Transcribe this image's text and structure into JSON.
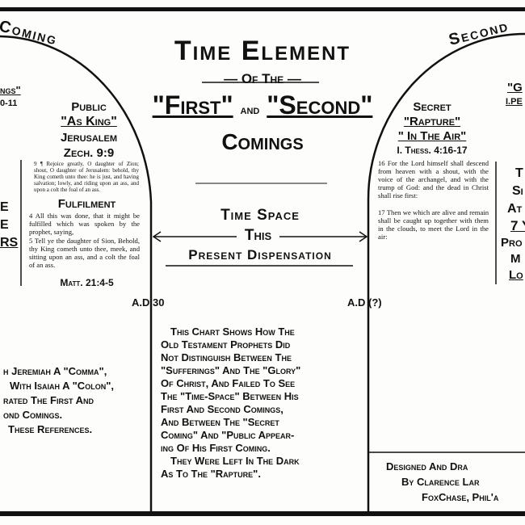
{
  "title": {
    "line1": "Time Element",
    "line2": "— Of The —",
    "first": "\"First\"",
    "and": "and",
    "second": "\"Second\"",
    "line4": "Comings"
  },
  "left_arch": {
    "heading": "Coming",
    "edge_lines": [
      "ngs\"",
      "0-11"
    ],
    "edge_mid": [
      "E",
      "E",
      "RS"
    ],
    "public": "Public",
    "as_king": "\"As King\"",
    "place": "Jerusalem",
    "ref": "Zech. 9:9",
    "verse": "9 ¶ Rejoice greatly, O daughter of Zion; shout, O daughter of Jerusalem: behold, thy King cometh unto thee: he is just, and having salvation; lowly, and riding upon an ass, and upon a colt the foal of an ass.",
    "fulfilment_heading": "Fulfilment",
    "fulfilment_v4": "4 All this was done, that it might be fulfilled which was spoken by the prophet, saying,",
    "fulfilment_v5": "5 Tell ye the daughter of Sion, Behold, thy King cometh unto thee, meek, and sitting upon an ass, and a colt the foal of an ass.",
    "fulfilment_ref": "Matt. 21:4-5",
    "date": "A.D 30"
  },
  "right_arch": {
    "heading": "Second",
    "secret": "Secret",
    "rapture": "\"Rapture\"",
    "in_air": "\" In The Air\"",
    "ref": "I. Thess. 4:16-17",
    "verse16": "16 For the Lord himself shall descend from heaven with a shout, with the voice of the archangel, and with the trump of God: and the dead in Christ shall rise first:",
    "verse17": "17 Then we which are alive and remain shall be caught up together with them in the clouds, to meet the Lord in the air:",
    "date": "A.D (?)",
    "edge_lines": [
      "\"G",
      "I.PE"
    ],
    "edge_mid": [
      "T",
      "Si",
      "At",
      "7 Y",
      "Pro",
      "M",
      "Lo"
    ]
  },
  "time_space": {
    "line1": "Time Space",
    "line2": "This",
    "line3": "Present Dispensation"
  },
  "left_bottom": {
    "lines": [
      "h Jeremiah A \"Comma\",",
      "With Isaiah A \"Colon\",",
      "rated The First And",
      "ond Comings.",
      "These References."
    ]
  },
  "center_bottom": {
    "lines": [
      "This Chart Shows How The",
      "Old Testament Prophets Did",
      "Not Distinguish Between The",
      "\"Sufferings\" And The \"Glory\"",
      "Of Christ, And Failed To See",
      "The \"Time-Space\" Between His",
      "First And Second Comings,",
      "And Between The \"Secret",
      "Coming\" And \"Public Appear-",
      "ing Of His First Coming.",
      "They Were Left In The Dark",
      "As To The \"Rapture\"."
    ]
  },
  "credit": {
    "lines": [
      "Designed And Dra",
      "By Clarence Lar",
      "FoxChase, Phil'a"
    ]
  }
}
